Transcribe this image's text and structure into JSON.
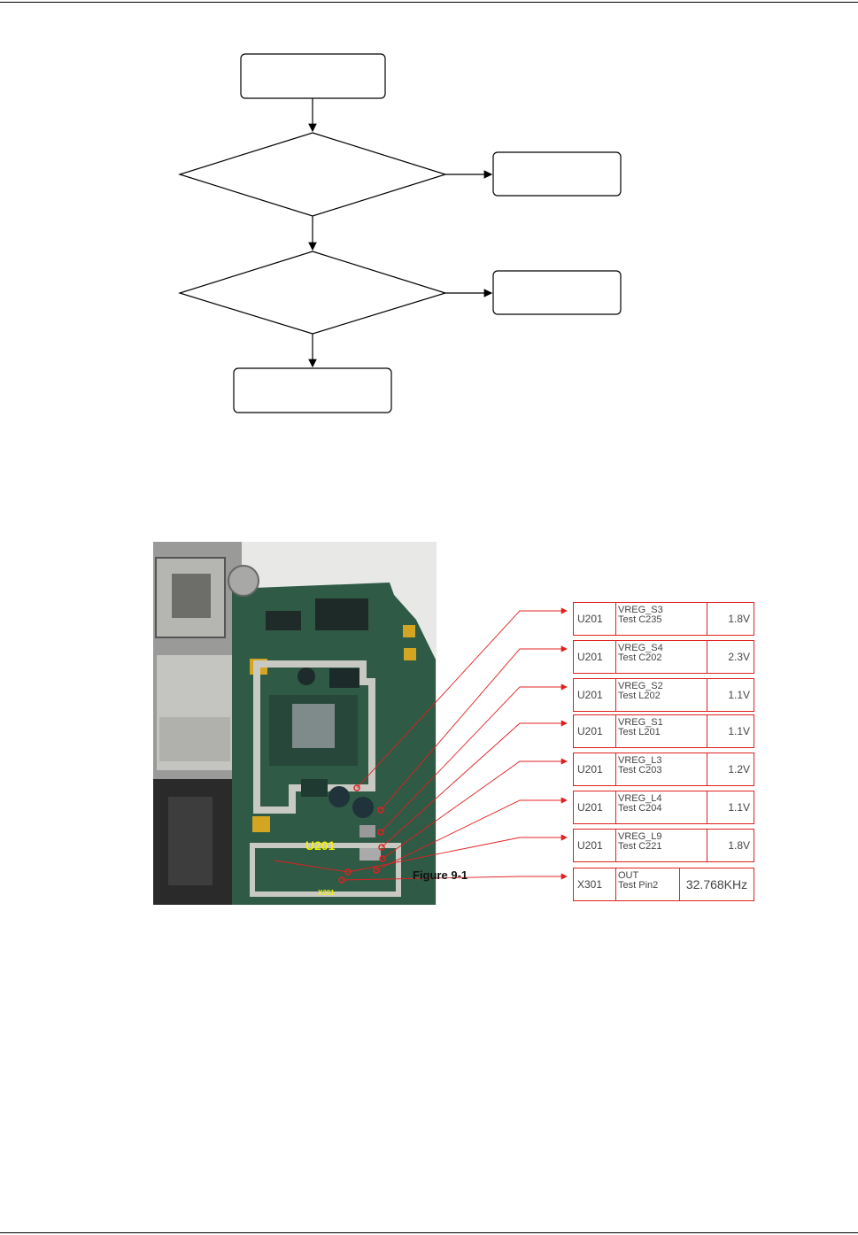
{
  "flowchart": {
    "nodes": [
      {
        "id": "start",
        "shape": "process",
        "text": ""
      },
      {
        "id": "decision-1",
        "shape": "decision",
        "text": ""
      },
      {
        "id": "side-1",
        "shape": "process",
        "text": ""
      },
      {
        "id": "decision-2",
        "shape": "decision",
        "text": ""
      },
      {
        "id": "side-2",
        "shape": "process",
        "text": ""
      },
      {
        "id": "end",
        "shape": "process",
        "text": ""
      }
    ]
  },
  "board_labels": {
    "u201": "U201",
    "x301": "X301"
  },
  "figure_caption": "Figure 9-1",
  "test_points": [
    {
      "ref": "U201",
      "signal": "VREG_S3",
      "test": "Test C235",
      "value": "1.8V"
    },
    {
      "ref": "U201",
      "signal": "VREG_S4",
      "test": "Test C202",
      "value": "2.3V"
    },
    {
      "ref": "U201",
      "signal": "VREG_S2",
      "test": "Test L202",
      "value": "1.1V"
    },
    {
      "ref": "U201",
      "signal": "VREG_S1",
      "test": "Test L201",
      "value": "1.1V"
    },
    {
      "ref": "U201",
      "signal": "VREG_L3",
      "test": "Test C203",
      "value": "1.2V"
    },
    {
      "ref": "U201",
      "signal": "VREG_L4",
      "test": "Test C204",
      "value": "1.1V"
    },
    {
      "ref": "U201",
      "signal": "VREG_L9",
      "test": "Test C221",
      "value": "1.8V"
    },
    {
      "ref": "X301",
      "signal": "OUT",
      "test": "Test Pin2",
      "value": "32.768KHz"
    }
  ],
  "colors": {
    "callout": "#e02020",
    "pcb_green": "#2f5a45",
    "shield": "#c9c9c4",
    "label_yellow": "#f2f200"
  }
}
